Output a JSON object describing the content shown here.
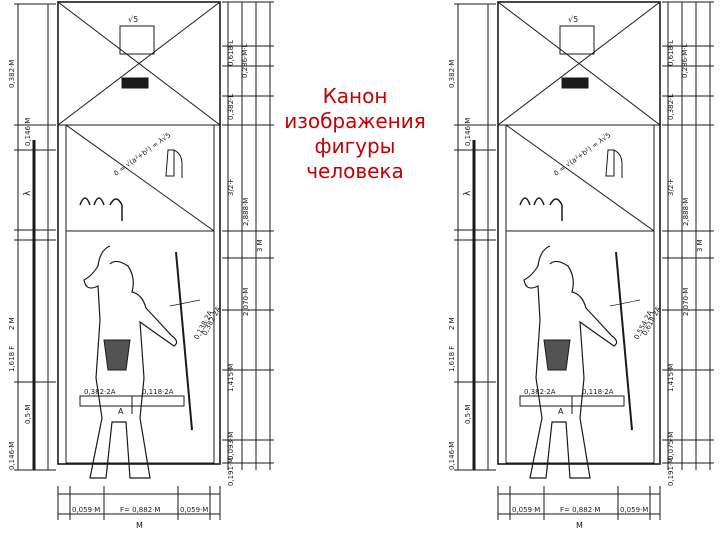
{
  "title_lines": [
    "Канон",
    "изображения",
    "фигуры",
    "человека"
  ],
  "colors": {
    "title": "#c40000",
    "ink": "#1a1a1a"
  },
  "diagrams": [
    {
      "name": "left",
      "labels": {
        "sqrt": "√5",
        "hw1": "0,618·L",
        "hw2": "0,236·M·L",
        "hw3": "0,382·L",
        "top_height": "0,382·M",
        "upper_sq": "0,146·M",
        "lambda": "λ",
        "diag": "δ = √(a²+b²) = λ√5",
        "three_half_f": "3/2·F",
        "two_m": "2 M",
        "two_888": "2,888·M",
        "three_m": "3 M",
        "two_070": "2,070·M",
        "f_label": "1,618 F",
        "one_415": "1,415·M",
        "staff1": "0,138·2A",
        "staff2": "0,382·2A",
        "a_half": "0,382·2A",
        "a_right": "0,118·2A",
        "a_letter": "A",
        "half_m": "0,5·M",
        "low_left": "0,146·M",
        "low_r1": "0,093·M",
        "low_r2": "0,191·M",
        "f_bottom": "0,059·M",
        "f_mid": "F= 0,882·M",
        "f_right": "0,059·M",
        "m_letter": "M"
      }
    },
    {
      "name": "right",
      "labels": {
        "sqrt": "√5",
        "hw1": "0,618·L",
        "hw2": "0,236·M·L",
        "hw3": "0,382·L",
        "top_height": "0,382·M",
        "upper_sq": "0,146·M",
        "lambda": "λ",
        "diag": "δ = √(a²+b²) = λ√5",
        "three_half_f": "3/2·F",
        "two_m": "2 M",
        "two_888": "2,888·M",
        "three_m": "3 M",
        "two_070": "2,070·M",
        "f_label": "1,618 F",
        "one_415": "1,415·M",
        "staff1": "0,554·2A",
        "staff2": "0,618·2A",
        "a_half": "0,382·2A",
        "a_right": "0,118·2A",
        "a_letter": "A",
        "half_m": "0,5·M",
        "low_left": "0,146·M",
        "low_r1": "0,075·M",
        "low_r2": "0,191·M",
        "f_bottom": "0,059·M",
        "f_mid": "F= 0,882·M",
        "f_right": "0,059·M",
        "m_letter": "M"
      }
    }
  ]
}
